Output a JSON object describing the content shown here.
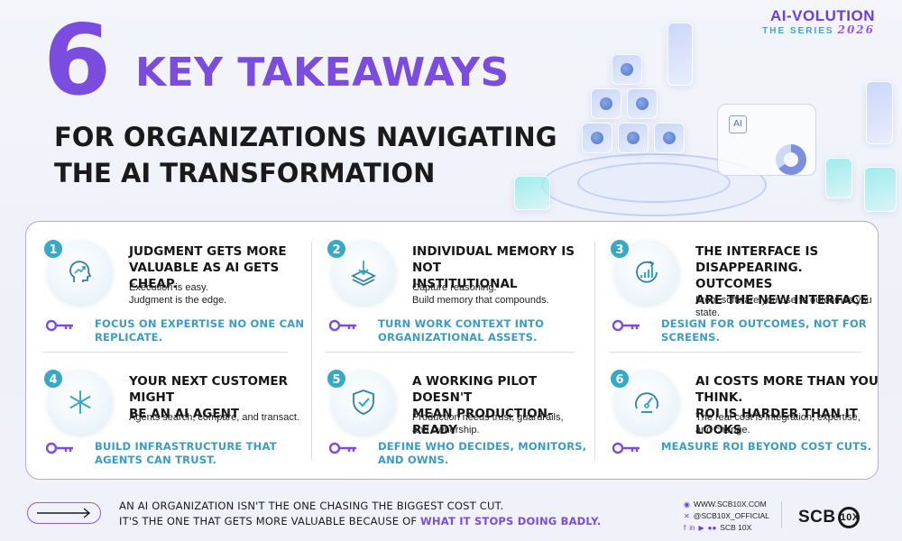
{
  "brand": {
    "main": "AI-VOLUTION",
    "sub": "THE SERIES",
    "year": "2026"
  },
  "heading": {
    "number": "6",
    "title": "KEY TAKEAWAYS",
    "subtitle_line1": "FOR ORGANIZATIONS NAVIGATING",
    "subtitle_line2": "THE AI TRANSFORMATION"
  },
  "illustration": {
    "panel_label": "AI"
  },
  "takeaways": [
    {
      "num": "1",
      "title": "JUDGMENT GETS MORE\nVALUABLE AS AI GETS CHEAP.",
      "desc": "Execution is easy.\nJudgment is the edge.",
      "action": "FOCUS ON EXPERTISE NO ONE CAN\nREPLICATE."
    },
    {
      "num": "2",
      "title": "INDIVIDUAL MEMORY IS NOT\nINSTITUTIONAL",
      "desc": "Capture reasoning.\nBuild memory that compounds.",
      "action": "TURN WORK CONTEXT INTO\nORGANIZATIONAL ASSETS."
    },
    {
      "num": "3",
      "title": "THE INTERFACE IS\nDISAPPEARING. OUTCOMES\nARE THE NEW INTERFACE",
      "desc": "From software you use to outcomes you state.",
      "action": "DESIGN FOR OUTCOMES, NOT FOR\nSCREENS."
    },
    {
      "num": "4",
      "title": "YOUR NEXT CUSTOMER MIGHT\nBE AN AI AGENT",
      "desc": "Agents search, compare, and transact.",
      "action": "BUILD INFRASTRUCTURE THAT\nAGENTS CAN TRUST."
    },
    {
      "num": "5",
      "title": "A WORKING PILOT DOESN'T\nMEAN PRODUCTION-READY",
      "desc": "Production needs trust, guardrails,\nand ownership.",
      "action": "DEFINE WHO DECIDES, MONITORS,\nAND OWNS."
    },
    {
      "num": "6",
      "title": "AI COSTS MORE THAN YOU THINK.\nROI IS HARDER THAN IT LOOKS",
      "desc": "The real cost is integration, expertise,\nand change.",
      "action": "MEASURE ROI BEYOND COST CUTS."
    }
  ],
  "footer": {
    "line1": "AN AI ORGANIZATION ISN'T THE ONE CHASING THE BIGGEST COST CUT.",
    "line2": "IT'S THE ONE THAT GETS MORE VALUABLE BECAUSE OF",
    "line2_highlight": "WHAT IT STOPS DOING BADLY."
  },
  "socials": {
    "web": "WWW.SCB10X.COM",
    "x": "@SCB10X_OFFICIAL",
    "name": "SCB 10X"
  },
  "logo": {
    "text": "SCB",
    "ring": "10X"
  },
  "colors": {
    "purple": "#7a4cdf",
    "teal": "#35a9c7",
    "action": "#3a9bc4",
    "border": "#b9a4ef"
  }
}
